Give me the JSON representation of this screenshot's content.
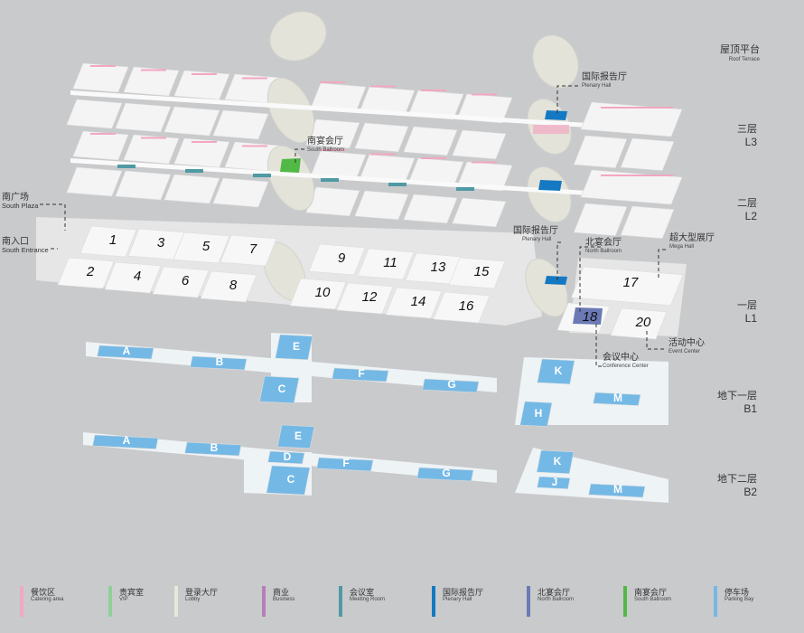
{
  "levels": [
    {
      "cn": "屋顶平台",
      "en": "Roof Terrace"
    },
    {
      "cn": "三层",
      "en": "L3"
    },
    {
      "cn": "二层",
      "en": "L2"
    },
    {
      "cn": "一层",
      "en": "L1"
    },
    {
      "cn": "地下一层",
      "en": "B1"
    },
    {
      "cn": "地下二层",
      "en": "B2"
    }
  ],
  "callouts": {
    "plenary_l3": {
      "cn": "国际报告厅",
      "en": "Plenary Hall"
    },
    "south_ballroom": {
      "cn": "南宴会厅",
      "en": "South Ballroom"
    },
    "south_plaza": {
      "cn": "南广场",
      "en": "South Plaza"
    },
    "south_entrance": {
      "cn": "南入口",
      "en": "South Entrance"
    },
    "plenary_l1": {
      "cn": "国际报告厅",
      "en": "Plenary Hall"
    },
    "north_ballroom": {
      "cn": "北宴会厅",
      "en": "North Ballroom"
    },
    "mega_hall": {
      "cn": "超大型展厅",
      "en": "Mega Hall"
    },
    "event_center": {
      "cn": "活动中心",
      "en": "Event Center"
    },
    "conference_center": {
      "cn": "会议中心",
      "en": "Conference Center"
    }
  },
  "halls": [
    "1",
    "2",
    "3",
    "4",
    "5",
    "6",
    "7",
    "8",
    "9",
    "10",
    "11",
    "12",
    "13",
    "14",
    "15",
    "16",
    "17",
    "18",
    "20"
  ],
  "parking_b1": [
    "A",
    "B",
    "C",
    "E",
    "F",
    "G",
    "K",
    "H",
    "M"
  ],
  "parking_b2": [
    "A",
    "B",
    "C",
    "D",
    "E",
    "F",
    "G",
    "K",
    "J",
    "M"
  ],
  "legend": [
    {
      "cn": "餐饮区",
      "en": "Catering area",
      "color": "#f2a7c0"
    },
    {
      "cn": "贵宾室",
      "en": "VIP",
      "color": "#8fd19a"
    },
    {
      "cn": "登录大厅",
      "en": "Lobby",
      "color": "#e6e8dc"
    },
    {
      "cn": "商业",
      "en": "Business",
      "color": "#b67fb8"
    },
    {
      "cn": "会议室",
      "en": "Meeting Room",
      "color": "#4f9aa4"
    },
    {
      "cn": "国际报告厅",
      "en": "Plenary Hall",
      "color": "#1479c2"
    },
    {
      "cn": "北宴会厅",
      "en": "North Ballroom",
      "color": "#6b7ab5"
    },
    {
      "cn": "南宴会厅",
      "en": "South Ballroom",
      "color": "#52b846"
    },
    {
      "cn": "停车场",
      "en": "Parking Bay",
      "color": "#74b9e6"
    }
  ]
}
